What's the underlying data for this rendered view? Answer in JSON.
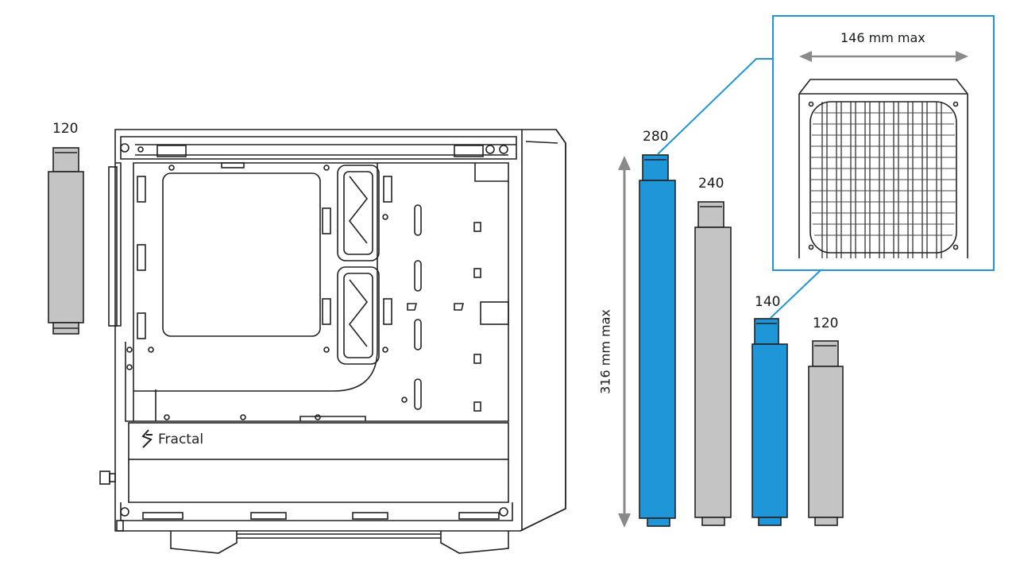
{
  "case": {
    "brand": "Fractal"
  },
  "radiators": [
    {
      "id": "left-120",
      "label": "120",
      "color": "#c4c4c4"
    },
    {
      "id": "r280",
      "label": "280",
      "color": "#1e96d8"
    },
    {
      "id": "r240",
      "label": "240",
      "color": "#c4c4c4"
    },
    {
      "id": "r140",
      "label": "140",
      "color": "#1e96d8"
    },
    {
      "id": "r120",
      "label": "120",
      "color": "#c4c4c4"
    }
  ],
  "dimensions": {
    "height_label": "316 mm max",
    "width_label": "146 mm max"
  },
  "colors": {
    "accent": "#1e96d8",
    "grey": "#c4c4c4",
    "line": "#222222",
    "arrow": "#8a8a8a"
  }
}
